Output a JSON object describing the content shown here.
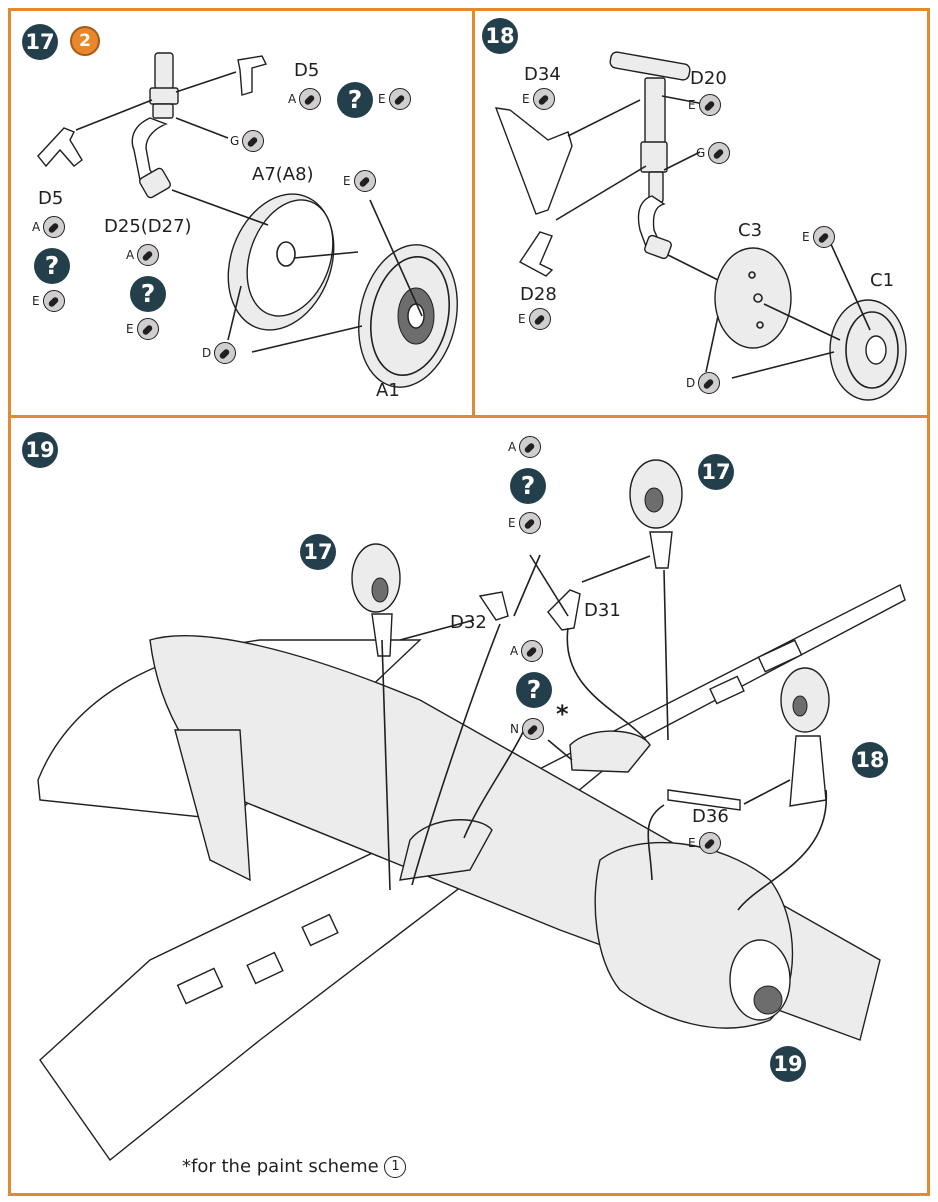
{
  "steps": {
    "step17": {
      "number": "17",
      "sub_step": "2"
    },
    "step18": {
      "number": "18"
    },
    "step19": {
      "number": "19"
    }
  },
  "ref_badges": {
    "r17a": "17",
    "r17b": "17",
    "r18": "18",
    "r19": "19"
  },
  "query_mark": "?",
  "parts": {
    "d5_top": "D5",
    "d5_left": "D5",
    "a7_a8": "A7(A8)",
    "d25_d27": "D25(D27)",
    "a1": "A1",
    "d34": "D34",
    "d20": "D20",
    "c3": "C3",
    "c1": "C1",
    "d28": "D28",
    "d32": "D32",
    "d31": "D31",
    "d36": "D36"
  },
  "paint_codes": {
    "s17_d5top_a": "A",
    "s17_d5top_e": "E",
    "s17_g": "G",
    "s17_e_tire": "E",
    "s17_d5left_a": "A",
    "s17_d5left_e": "E",
    "s17_d25_a": "A",
    "s17_d25_e": "E",
    "s17_d_wheel": "D",
    "s18_d34_e": "E",
    "s18_d20_e": "E",
    "s18_g": "G",
    "s18_e_tire": "E",
    "s18_d28_e": "E",
    "s18_d_wheel": "D",
    "s19_a_top": "A",
    "s19_e_top": "E",
    "s19_a_mid": "A",
    "s19_n": "N",
    "s19_d36_e": "E"
  },
  "asterisk": "*",
  "footnote": {
    "text": "*for the paint scheme",
    "circled": "1"
  },
  "colors": {
    "frame": "#e28a2f",
    "badge": "#243f4c",
    "sub_badge": "#e8872c"
  }
}
